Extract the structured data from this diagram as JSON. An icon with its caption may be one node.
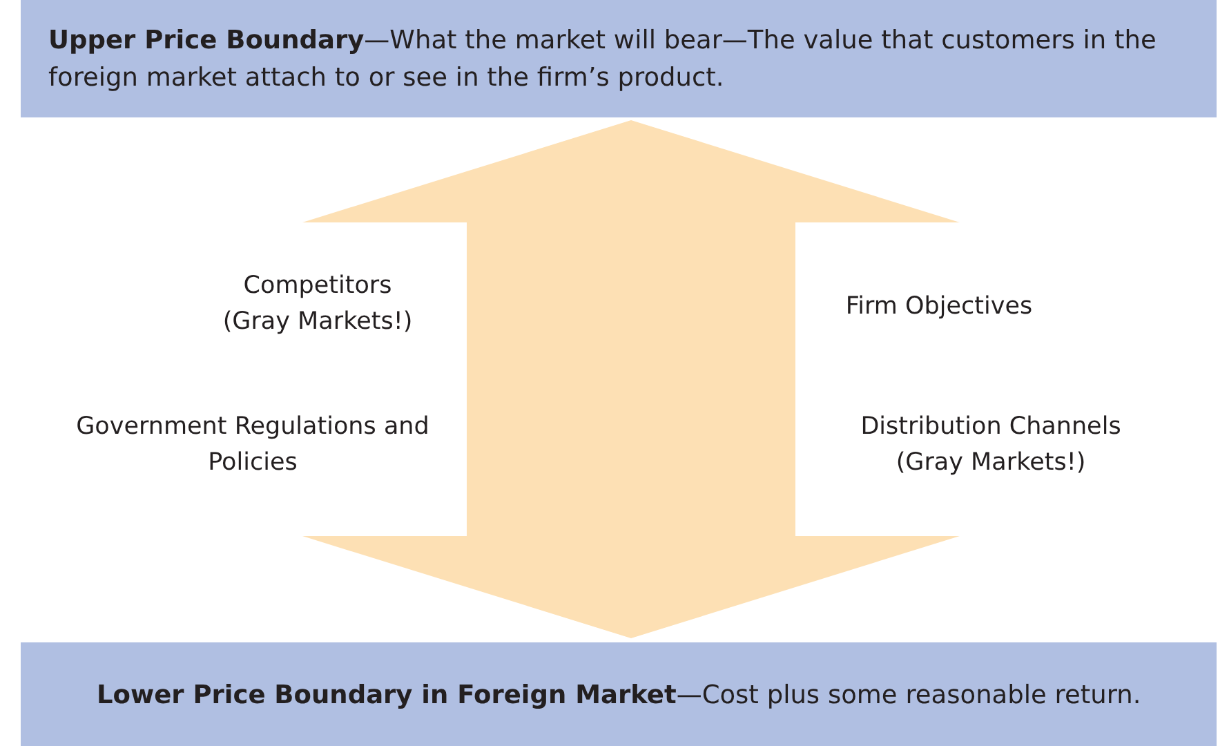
{
  "diagram": {
    "nodes": [
      {
        "text": [
          "**Upper Price Boundary**—What the market will bear—The value that customers in the foreign market attach to or see in the firm’s product."
        ]
      },
      {
        "text": [
          "**Lower Price Boundary in Foreign Market**—Cost plus some reasonable return."
        ]
      }
    ],
    "edges": [
      {
        "from": 0,
        "to": 1,
        "arrow": "both",
        "color": "#fde0b4"
      }
    ],
    "labels": [
      "Competitors (Gray Markets!)",
      "Firm Objectives",
      "Government Regulations and Policies",
      "Distribution Channels (Gray Markets!)"
    ]
  }
}
